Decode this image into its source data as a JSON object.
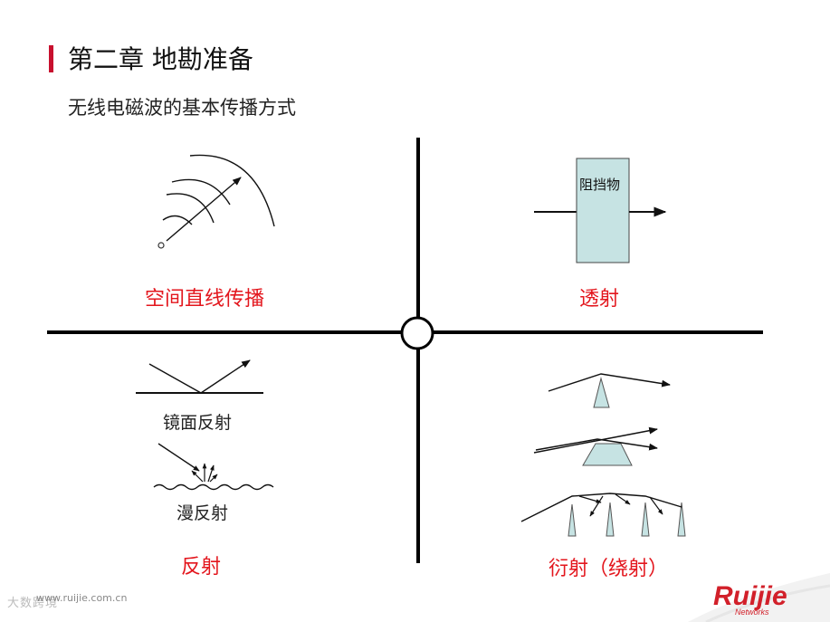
{
  "slide": {
    "title": "第二章 地勘准备",
    "subtitle": "无线电磁波的基本传播方式"
  },
  "quadrants": {
    "top_left": {
      "label": "空间直线传播"
    },
    "top_right": {
      "label": "透射",
      "obstacle_label": "阻挡物"
    },
    "bottom_left": {
      "label": "反射",
      "mirror_label": "镜面反射",
      "diffuse_label": "漫反射"
    },
    "bottom_right": {
      "label": "衍射（绕射）"
    }
  },
  "footer": {
    "url": "www.ruijie.com.cn",
    "watermark": "大数跨境"
  },
  "logo": {
    "brand": "Ruijie",
    "tagline": "Networks",
    "color": "#d2202a"
  },
  "colors": {
    "accent_red": "#e3161d",
    "obstacle_fill": "#c6e3e3"
  }
}
